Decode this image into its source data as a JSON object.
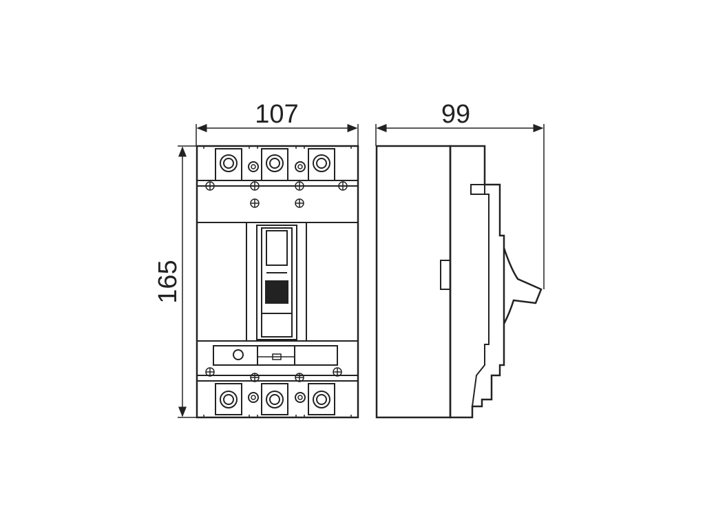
{
  "dimensions": {
    "width": "107",
    "depth": "99",
    "height": "165"
  },
  "colors": {
    "line": "#222222",
    "fill": "#ffffff",
    "indicator": "#222222"
  }
}
